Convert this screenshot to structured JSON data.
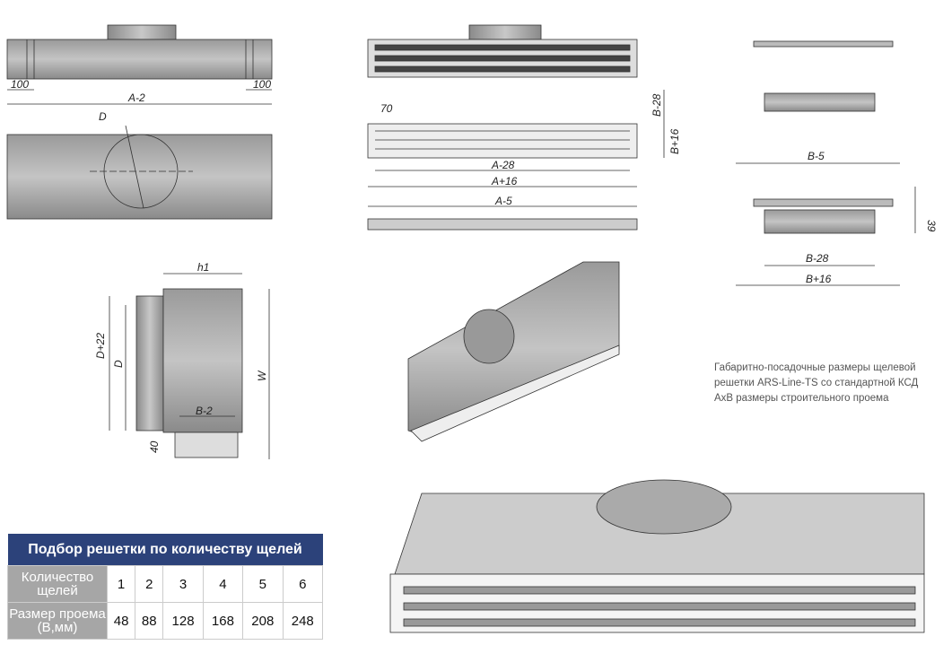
{
  "dimensions": {
    "top_view": {
      "left_offset": "100",
      "right_offset": "100",
      "length": "A-2"
    },
    "front_view": {
      "diameter": "D"
    },
    "side_view": {
      "width": "h1",
      "height_total": "D+22",
      "diameter": "D",
      "w": "W",
      "slot": "B-2",
      "bottom": "40"
    },
    "grille": {
      "offset": "70",
      "b_minus": "B-28",
      "b_plus": "B+16",
      "a_minus_28": "A-28",
      "a_plus_16": "A+16",
      "a_minus_5": "A-5"
    },
    "section": {
      "b_minus_5": "B-5",
      "depth": "39",
      "b_minus_28": "B-28",
      "b_plus_16": "B+16"
    }
  },
  "caption": "Габаритно-посадочные размеры щелевой решетки ARS-Line-TS со стандартной КСД АхВ размеры строительного проема",
  "table": {
    "title": "Подбор решетки по количеству щелей",
    "row1_label": "Количество щелей",
    "row2_label": "Размер проема (В,мм)",
    "slots": [
      "1",
      "2",
      "3",
      "4",
      "5",
      "6"
    ],
    "sizes": [
      "48",
      "88",
      "128",
      "168",
      "208",
      "248"
    ]
  },
  "colors": {
    "header": "#2c427a",
    "label_cell": "#a6a6a6"
  }
}
